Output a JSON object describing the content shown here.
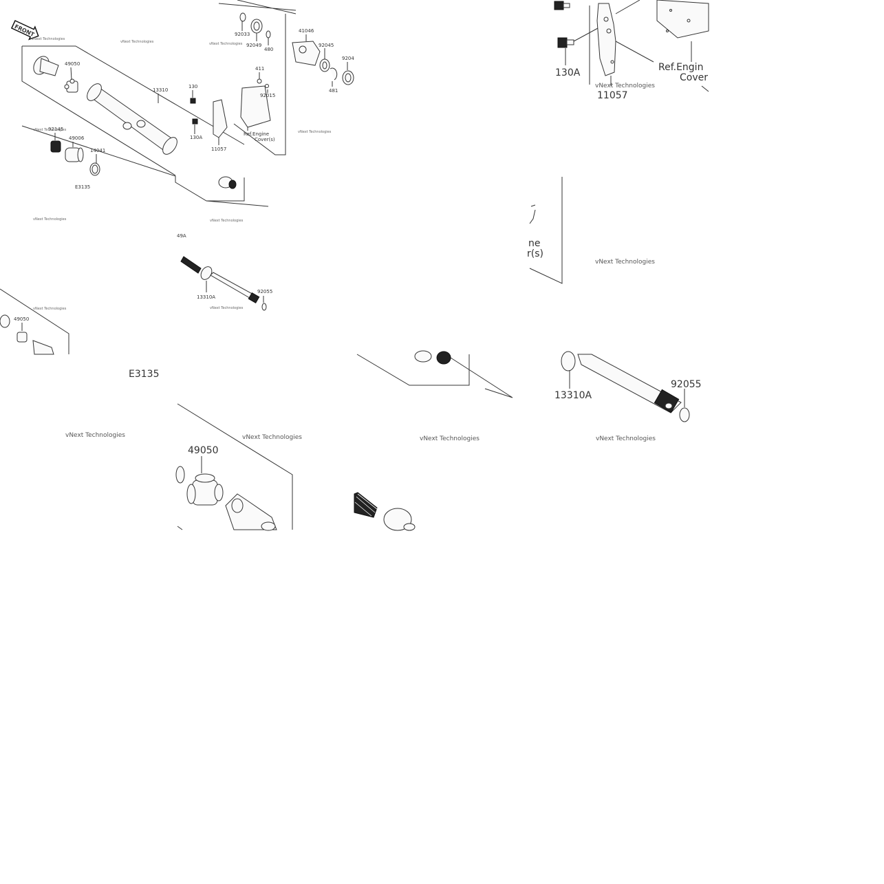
{
  "watermark": "vNext Technologies",
  "front_label": "FRONT",
  "tiles": {
    "overview": {
      "labels": {
        "p92033": "92033",
        "p92049": "92049",
        "p480": "480",
        "p41046": "41046",
        "p92045": "92045",
        "p9204": "9204",
        "p481": "481",
        "p411": "411",
        "p92015": "92015",
        "p130": "130",
        "p130A": "130A",
        "p11057": "11057",
        "ref_line1": "Ref.Engine",
        "ref_line2": "Cover(s)",
        "p49050": "49050",
        "p13310": "13310",
        "p92145": "92145",
        "p49006": "49006",
        "p14041": "14041",
        "code": "E3135"
      }
    },
    "bracket_zoom": {
      "labels": {
        "p130A": "130A",
        "p11057": "11057",
        "ref_line1": "Ref.Engin",
        "ref_line2": "Cover"
      }
    },
    "shaft_small": {
      "labels": {
        "p49A": "49A",
        "p13310A": "13310A",
        "p92055": "92055"
      }
    },
    "ref_partial": {
      "labels": {
        "line1": "ne",
        "line2": "r(s)"
      }
    },
    "yoke_small": {
      "labels": {
        "p49050": "49050"
      }
    },
    "code_tile": {
      "labels": {
        "code": "E3135"
      }
    },
    "shaft_zoom": {
      "labels": {
        "p13310A": "13310A",
        "p92055": "92055"
      }
    },
    "yoke_zoom": {
      "labels": {
        "p49050": "49050"
      }
    }
  }
}
